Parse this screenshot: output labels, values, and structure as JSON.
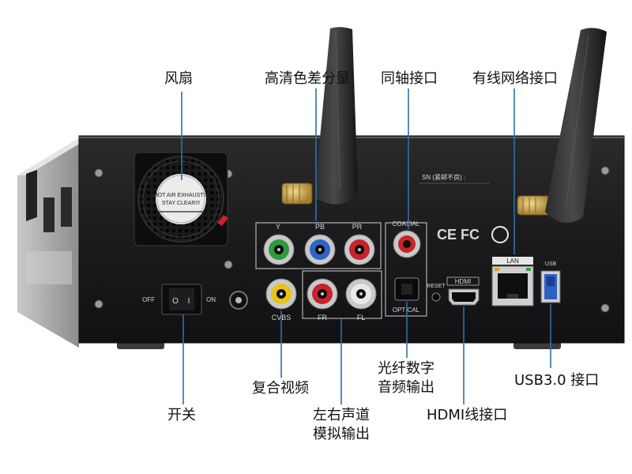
{
  "callouts": {
    "fan": "风扇",
    "component": "高清色差分量",
    "coax": "同轴接口",
    "lan": "有线网络接口",
    "cvbs": "复合视频",
    "power_switch": "开关",
    "audio_line1": "左右声道",
    "audio_line2": "模拟输出",
    "optical_line1": "光纤数字",
    "optical_line2": "音频输出",
    "hdmi": "HDMI线接口",
    "usb": "USB3.0 接口"
  },
  "panel_labels": {
    "sn": "SN (紧邮不良) :",
    "coaxial": "COAXIAL",
    "optical": "OPTICAL",
    "reset": "RESET",
    "hdmi": "HDMI",
    "lan": "LAN",
    "usb": "USB",
    "off": "OFF",
    "on": "ON",
    "y": "Y",
    "pb": "PB",
    "pr": "PR",
    "cvbs": "CVBS",
    "fr": "FR",
    "fl": "FL",
    "ce_mark": "CE FC",
    "switch_o": "O",
    "switch_i": "I"
  },
  "fan_sticker": {
    "line1": "HOT AIR EXHAUST!!!",
    "line2": "STAY CLEAR!!!"
  },
  "colors": {
    "leader": "#2f6fb0",
    "panel": "#1c1c1e",
    "rca_green": "#2e9a3e",
    "rca_blue": "#2f63c8",
    "rca_red": "#c8232b",
    "rca_yellow": "#e8c21a",
    "rca_white": "#e9e9e9",
    "usb_blue": "#2f5fc4"
  }
}
